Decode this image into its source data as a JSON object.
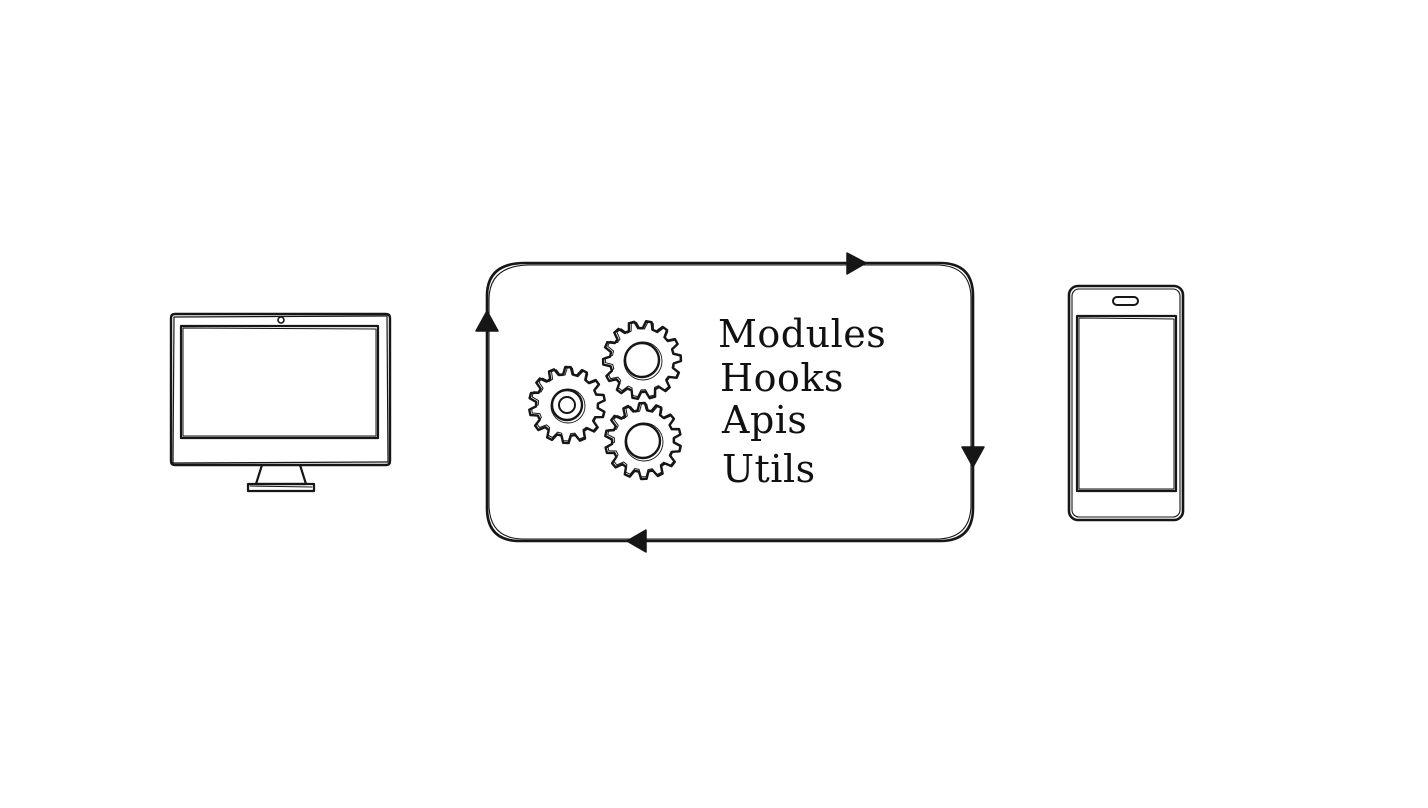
{
  "diagram": {
    "center_items": [
      "Modules",
      "Hooks",
      "Apis",
      "Utils"
    ],
    "stroke_color": "#161616",
    "background_color": "#ffffff",
    "icons": [
      "desktop-monitor-icon",
      "gears-icon",
      "smartphone-icon",
      "cycle-arrows-icon"
    ]
  }
}
